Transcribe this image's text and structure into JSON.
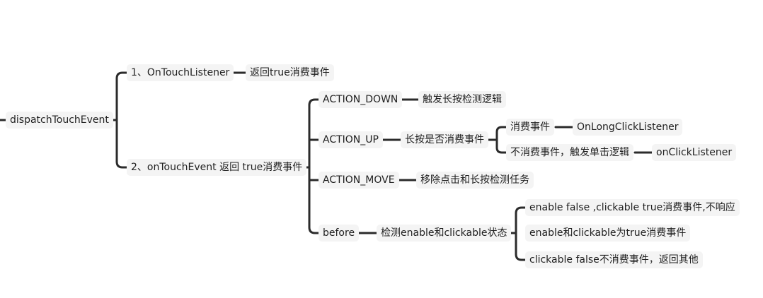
{
  "mindmap": {
    "root": "dispatchTouchEvent",
    "branch_1": {
      "label": "1、OnTouchListener",
      "child": "返回true消费事件"
    },
    "branch_2": {
      "label": "2、onTouchEvent 返回 true消费事件",
      "action_down": {
        "label": "ACTION_DOWN",
        "child": "触发长按检测逻辑"
      },
      "action_up": {
        "label": "ACTION_UP",
        "child": "长按是否消费事件",
        "consume": {
          "label": "消费事件",
          "child": "OnLongClickListener"
        },
        "not_consume": {
          "label": "不消费事件，触发单击逻辑",
          "child": "onClickListener"
        }
      },
      "action_move": {
        "label": "ACTION_MOVE",
        "child": "移除点击和长按检测任务"
      },
      "before": {
        "label": "before",
        "child": "检测enable和clickable状态",
        "cases": [
          "enable false ,clickable true消费事件,不响应",
          "enable和clickable为true消费事件",
          "clickable false不消费事件，返回其他"
        ]
      }
    }
  }
}
